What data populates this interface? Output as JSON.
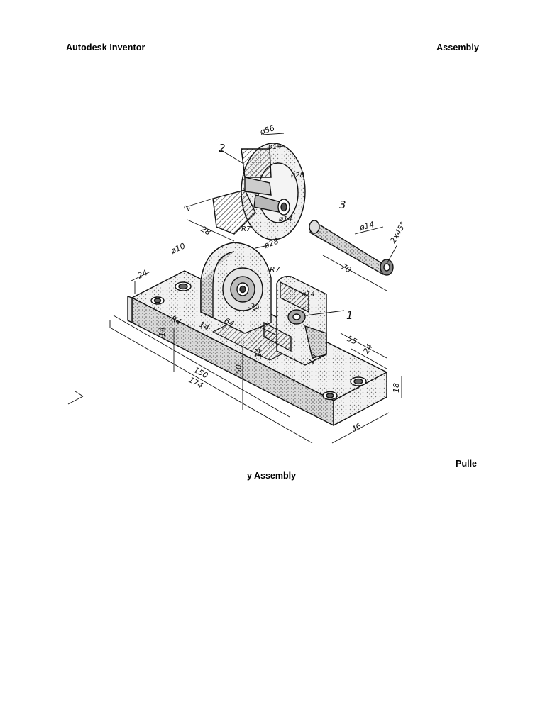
{
  "header": {
    "left": "Autodesk Inventor",
    "right": "Assembly"
  },
  "caption": {
    "line1": "Pulle",
    "line2": "y Assembly"
  },
  "drawing": {
    "part_labels": [
      "1",
      "2",
      "3"
    ],
    "dimensions": [
      "ø56",
      "ø14",
      "ø28",
      "2",
      "28",
      "R7",
      "ø14",
      "ø14",
      "2x45°",
      "70",
      "ø10",
      "ø28",
      "24",
      "R7",
      "ø14",
      "R4",
      "14",
      "14",
      "64",
      "32",
      "55",
      "24",
      "150",
      "174",
      "50",
      "14",
      "10",
      "18",
      "46"
    ]
  }
}
